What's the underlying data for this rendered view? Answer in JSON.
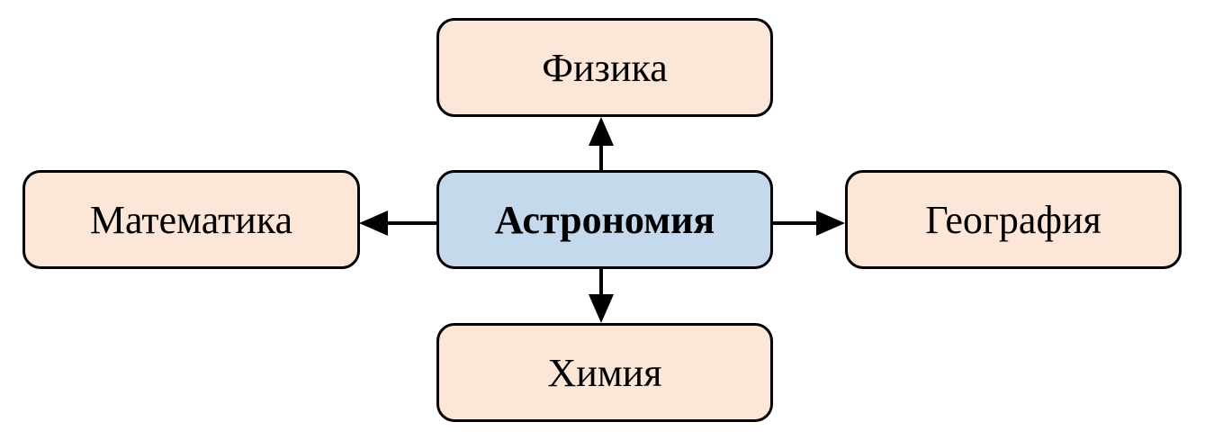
{
  "diagram": {
    "center": {
      "label": "Астрономия",
      "fill": "#c5d9ec"
    },
    "top": {
      "label": "Физика",
      "fill": "#fbe6d7"
    },
    "left": {
      "label": "Математика",
      "fill": "#fbe6d7"
    },
    "right": {
      "label": "География",
      "fill": "#fbe6d7"
    },
    "bottom": {
      "label": "Химия",
      "fill": "#fbe6d7"
    },
    "arrows": [
      {
        "from": "center",
        "to": "top"
      },
      {
        "from": "center",
        "to": "left"
      },
      {
        "from": "center",
        "to": "right"
      },
      {
        "from": "center",
        "to": "bottom"
      }
    ]
  }
}
